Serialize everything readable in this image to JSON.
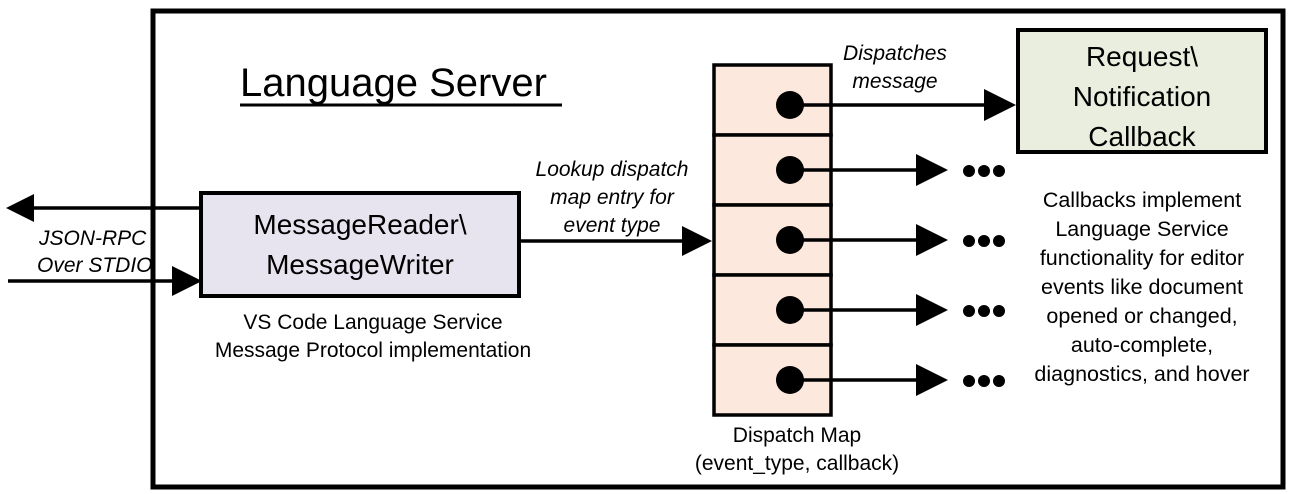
{
  "diagram": {
    "title": "Language Server",
    "outer_frame_label": "language-server-boundary",
    "io": {
      "protocol_label_line1": "JSON-RPC",
      "protocol_label_line2": "Over STDIO"
    },
    "message_box": {
      "line1": "MessageReader\\",
      "line2": "MessageWriter",
      "fill": "#E8E4EF",
      "caption_line1": "VS Code Language Service",
      "caption_line2": "Message Protocol implementation"
    },
    "lookup_label": {
      "line1": "Lookup dispatch",
      "line2": "map entry for",
      "line3": "event type"
    },
    "dispatch_map": {
      "fill": "#FCE8DC",
      "row_count": 5,
      "caption_line1": "Dispatch Map",
      "caption_line2": "(event_type, callback)"
    },
    "dispatch_label": {
      "line1": "Dispatches",
      "line2": "message"
    },
    "callback_box": {
      "line1": "Request\\",
      "line2": "Notification",
      "line3": "Callback",
      "fill": "#E9EEDE"
    },
    "callback_description": [
      "Callbacks implement",
      "Language Service",
      "functionality for editor",
      "events like document",
      "opened or changed,",
      "auto-complete,",
      "diagnostics, and hover"
    ],
    "ellipsis": "• • •",
    "colors": {
      "stroke": "#000000",
      "background": "#FFFFFF",
      "message_box_fill": "#E8E4EF",
      "dispatch_cell_fill": "#FCE8DC",
      "callback_fill": "#E9EEDE"
    }
  }
}
